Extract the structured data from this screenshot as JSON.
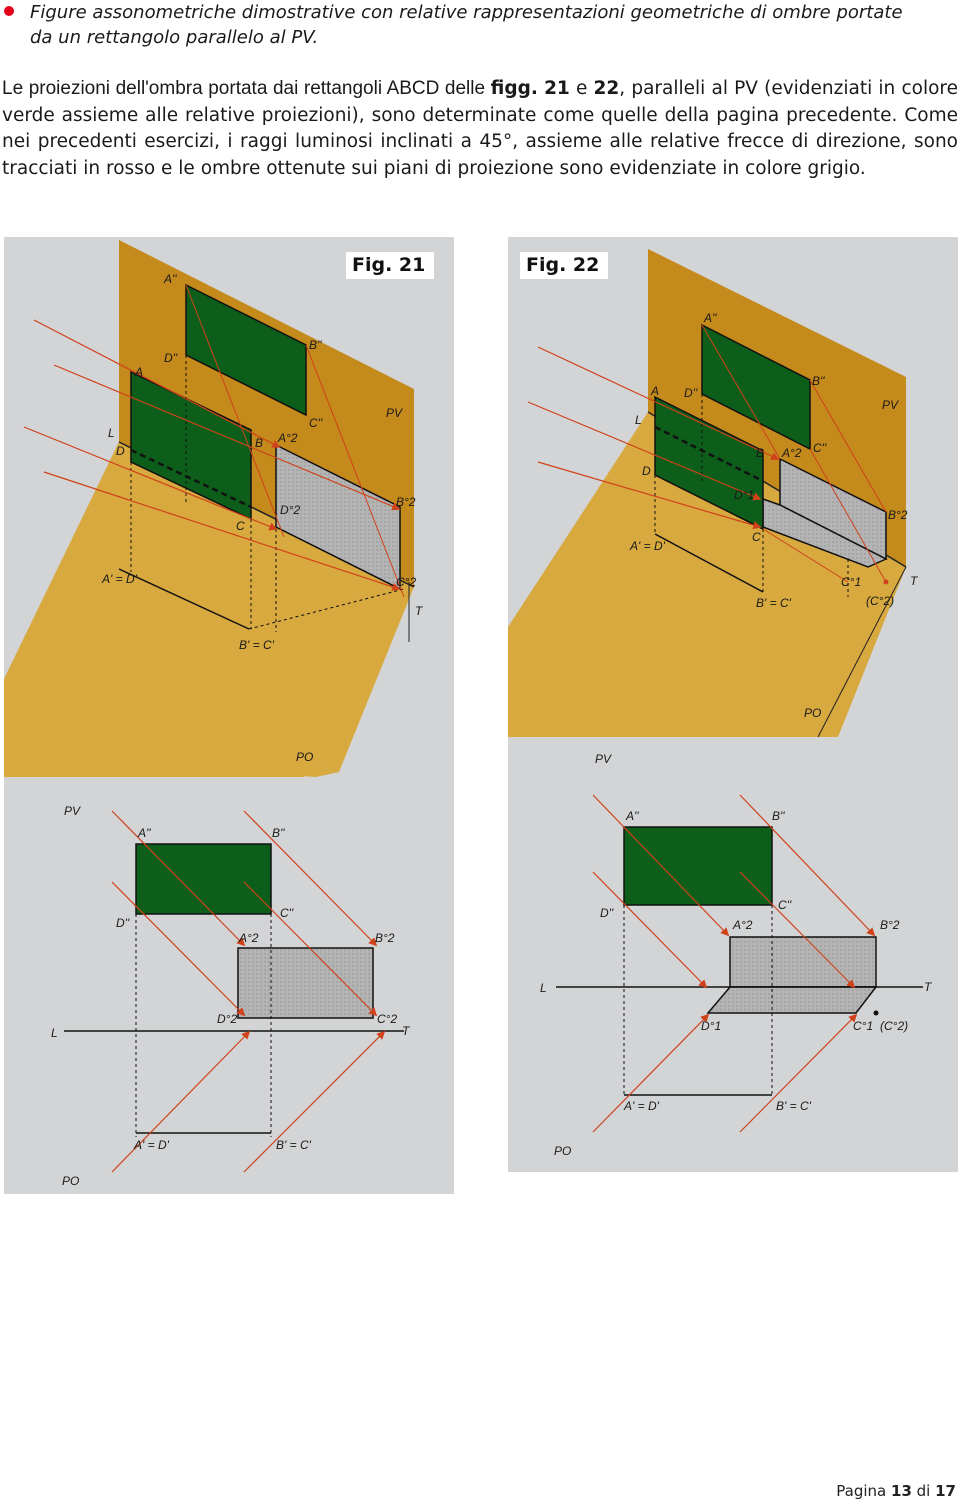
{
  "heading": {
    "line1": "Figure assonometriche dimostrative con relative rappresentazioni geometriche di ombre portate",
    "line2": "da un rettangolo parallelo al PV."
  },
  "paragraph": {
    "part1": "Le proiezioni dell'ombra portata dai rettangoli ABCD delle ",
    "figg": "figg.",
    "n21": "21",
    "e": " e ",
    "n22": "22",
    "part2": ", paralleli al PV (evidenziati in colore verde assieme alle relative proiezioni), sono determinate come quelle della pagina precedente. Come nei precedenti esercizi, i raggi luminosi inclinati a 45°, assieme alle relative frecce di direzione, sono tracciati in rosso e le ombre ottenute sui piani di proiezione sono evidenziate in colore grigio."
  },
  "figures": {
    "fig21_label": "Fig. 21",
    "fig22_label": "Fig. 22"
  },
  "fig21": {
    "iso": {
      "A2": "A''",
      "B2": "B''",
      "C2": "C''",
      "D2": "D''",
      "A": "A",
      "B": "B",
      "C": "C",
      "D": "D",
      "L": "L",
      "T": "T",
      "PV": "PV",
      "PO": "PO",
      "A1D1": "A' = D'",
      "B1C1": "B' = C'",
      "As": "A°2",
      "Bs": "B°2",
      "Cs": "C°2",
      "Ds": "D°2"
    },
    "ortho": {
      "PV": "PV",
      "PO": "PO",
      "A2": "A''",
      "B2": "B''",
      "C2": "C''",
      "D2": "D''",
      "As": "A°2",
      "Bs": "B°2",
      "Cs": "C°2",
      "Ds": "D°2",
      "L": "L",
      "T": "T",
      "A1D1": "A' = D'",
      "B1C1": "B' = C'"
    }
  },
  "fig22": {
    "iso": {
      "A2": "A''",
      "B2": "B''",
      "C2": "C''",
      "D2": "D''",
      "A": "A",
      "B": "B",
      "C": "C",
      "D": "D",
      "L": "L",
      "T": "T",
      "PV": "PV",
      "PO": "PO",
      "A1D1": "A' = D'",
      "B1C1": "B' = C'",
      "As": "A°2",
      "Bs": "B°2",
      "Ds": "D°1",
      "C1": "C°1",
      "C2p": "(C°2)"
    },
    "ortho": {
      "PV": "PV",
      "PO": "PO",
      "A2": "A''",
      "B2": "B''",
      "C2": "C''",
      "D2": "D''",
      "As": "A°2",
      "Bs": "B°2",
      "Ds": "D°1",
      "C1": "C°1",
      "C2p": "(C°2)",
      "L": "L",
      "T": "T",
      "A1D1": "A' = D'",
      "B1C1": "B' = C'"
    }
  },
  "colors": {
    "green": "#0d5e1a",
    "vertical_plane": "#c48a1b",
    "horizontal_plane": "#d7a93f",
    "ray_red": "#d0421a",
    "shadow_grey": "#b1b1b1",
    "panel_bg": "#d3d4d6"
  },
  "footer": {
    "prefix": "Pagina ",
    "page": "13",
    "middle": " di ",
    "total": "17"
  }
}
